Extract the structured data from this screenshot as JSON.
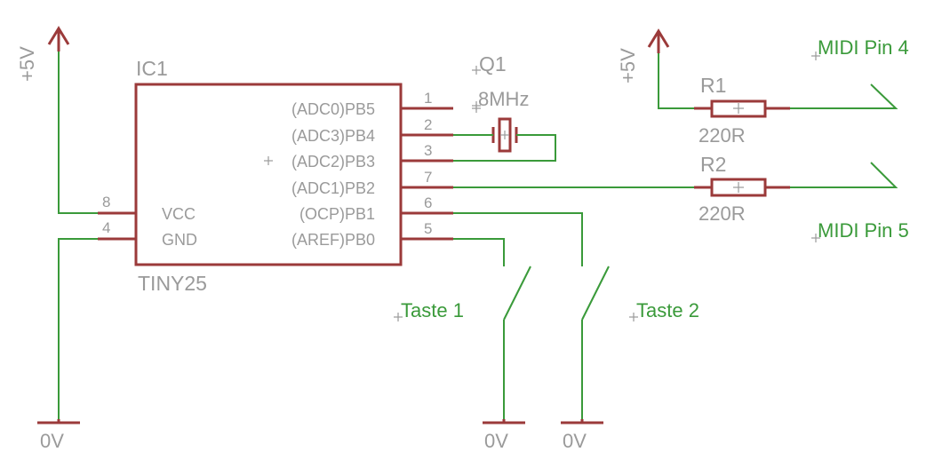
{
  "ic": {
    "name": "IC1",
    "value": "TINY25",
    "pins_right": [
      {
        "num": "1",
        "label": "(ADC0)PB5"
      },
      {
        "num": "2",
        "label": "(ADC3)PB4"
      },
      {
        "num": "3",
        "label": "(ADC2)PB3"
      },
      {
        "num": "7",
        "label": "(ADC1)PB2"
      },
      {
        "num": "6",
        "label": "(OCP)PB1"
      },
      {
        "num": "5",
        "label": "(AREF)PB0"
      }
    ],
    "pins_left": [
      {
        "num": "8",
        "label": "VCC"
      },
      {
        "num": "4",
        "label": "GND"
      }
    ]
  },
  "crystal": {
    "name": "Q1",
    "value": "8MHz"
  },
  "resistors": [
    {
      "name": "R1",
      "value": "220R"
    },
    {
      "name": "R2",
      "value": "220R"
    }
  ],
  "supplies": {
    "vcc": "+5V",
    "gnd": "0V"
  },
  "connectors": {
    "midi4": "MIDI Pin 4",
    "midi5": "MIDI Pin 5"
  },
  "switches": {
    "s1": "Taste 1",
    "s2": "Taste 2"
  },
  "colors": {
    "symbol": "#9b3a3a",
    "wire": "#3a9a3a",
    "text": "#9a9a9a",
    "background": "#ffffff"
  }
}
